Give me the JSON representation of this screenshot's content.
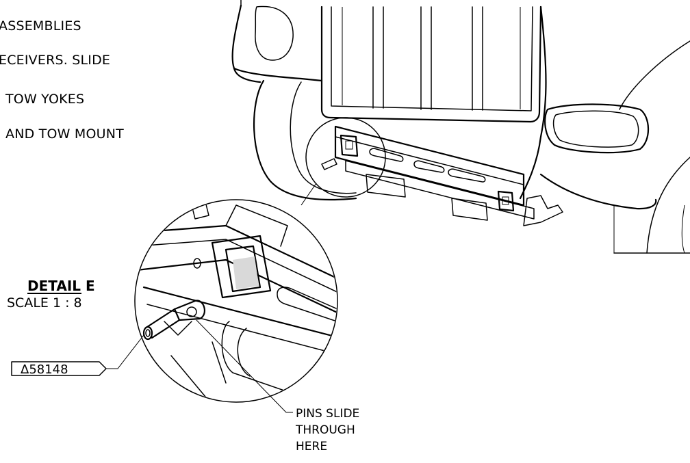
{
  "instructions": {
    "line1": "ASSEMBLIES",
    "line2": "ECEIVERS.  SLIDE",
    "line3": "TOW YOKES",
    "line4": "AND TOW MOUNT"
  },
  "detail": {
    "title": "DETAIL E",
    "scale": "SCALE 1 : 8"
  },
  "callouts": {
    "part_ref": "Δ58148",
    "note_line1": "PINS SLIDE",
    "note_line2": "THROUGH",
    "note_line3": "HERE"
  }
}
